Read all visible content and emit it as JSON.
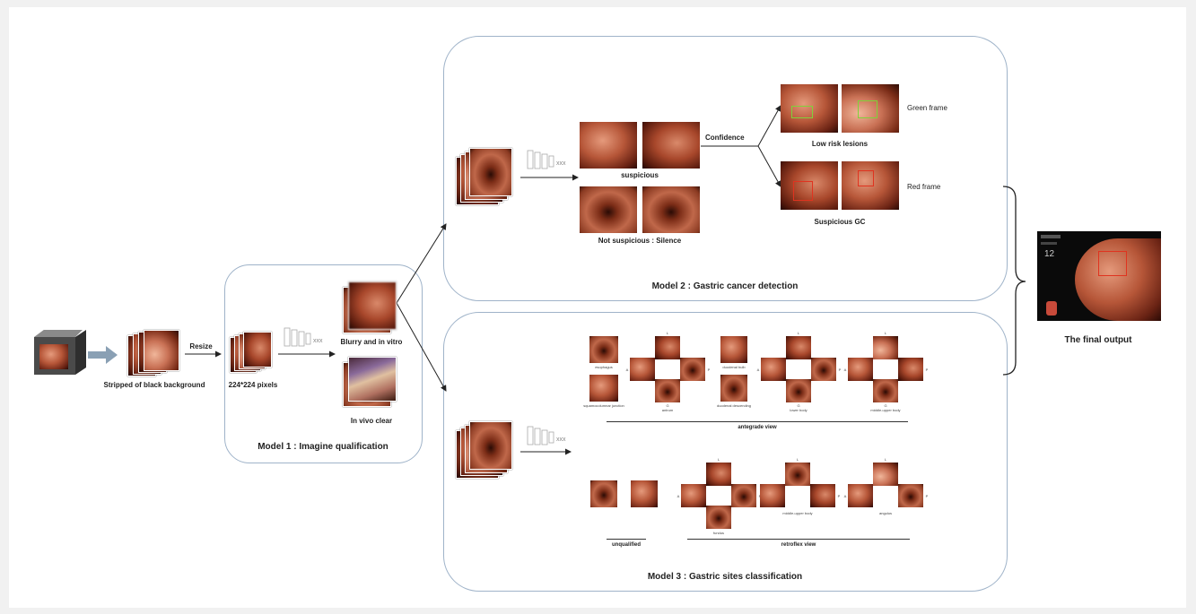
{
  "labels": {
    "resize": "Resize",
    "stripped": "Stripped of black background",
    "pixels": "224*224 pixels",
    "blurry": "Blurry and in vitro",
    "invivo": "In vivo clear",
    "model1": "Model 1 : Imagine qualification",
    "suspicious": "suspicious",
    "not_suspicious": "Not suspicious : Silence",
    "confidence": "Confidence",
    "low_risk": "Low risk lesions",
    "green_frame": "Green frame",
    "red_frame": "Red frame",
    "suspicious_gc": "Suspicious GC",
    "model2": "Model 2 : Gastric cancer detection",
    "final_output": "The final output",
    "final_number": "12",
    "esophagus": "esophagus",
    "sq_junction": "squamocolumnar junction",
    "antrum": "antrum",
    "duodenal_bulb": "duodenal bulb",
    "duodenal_descending": "duodenal descending",
    "lower_body": "lower body",
    "middle_upper_body_a": "middle-upper body",
    "antegrade": "antegrade view",
    "unqualified": "unqualified",
    "fundus": "fundus",
    "middle_upper_body_r": "middle-upper body",
    "angulus": "angulus",
    "retroflex": "retroflex view",
    "model3": "Model 3 : Gastric sites classification",
    "dir_L": "L",
    "dir_A": "A",
    "dir_P": "P",
    "dir_G": "G",
    "nn_text": "xxx"
  },
  "colors": {
    "panel_border": "#9fb3c9",
    "green_frame": "#7fd23a",
    "red_frame": "#e0331f",
    "arrow_fill": "#8aa0b4"
  }
}
